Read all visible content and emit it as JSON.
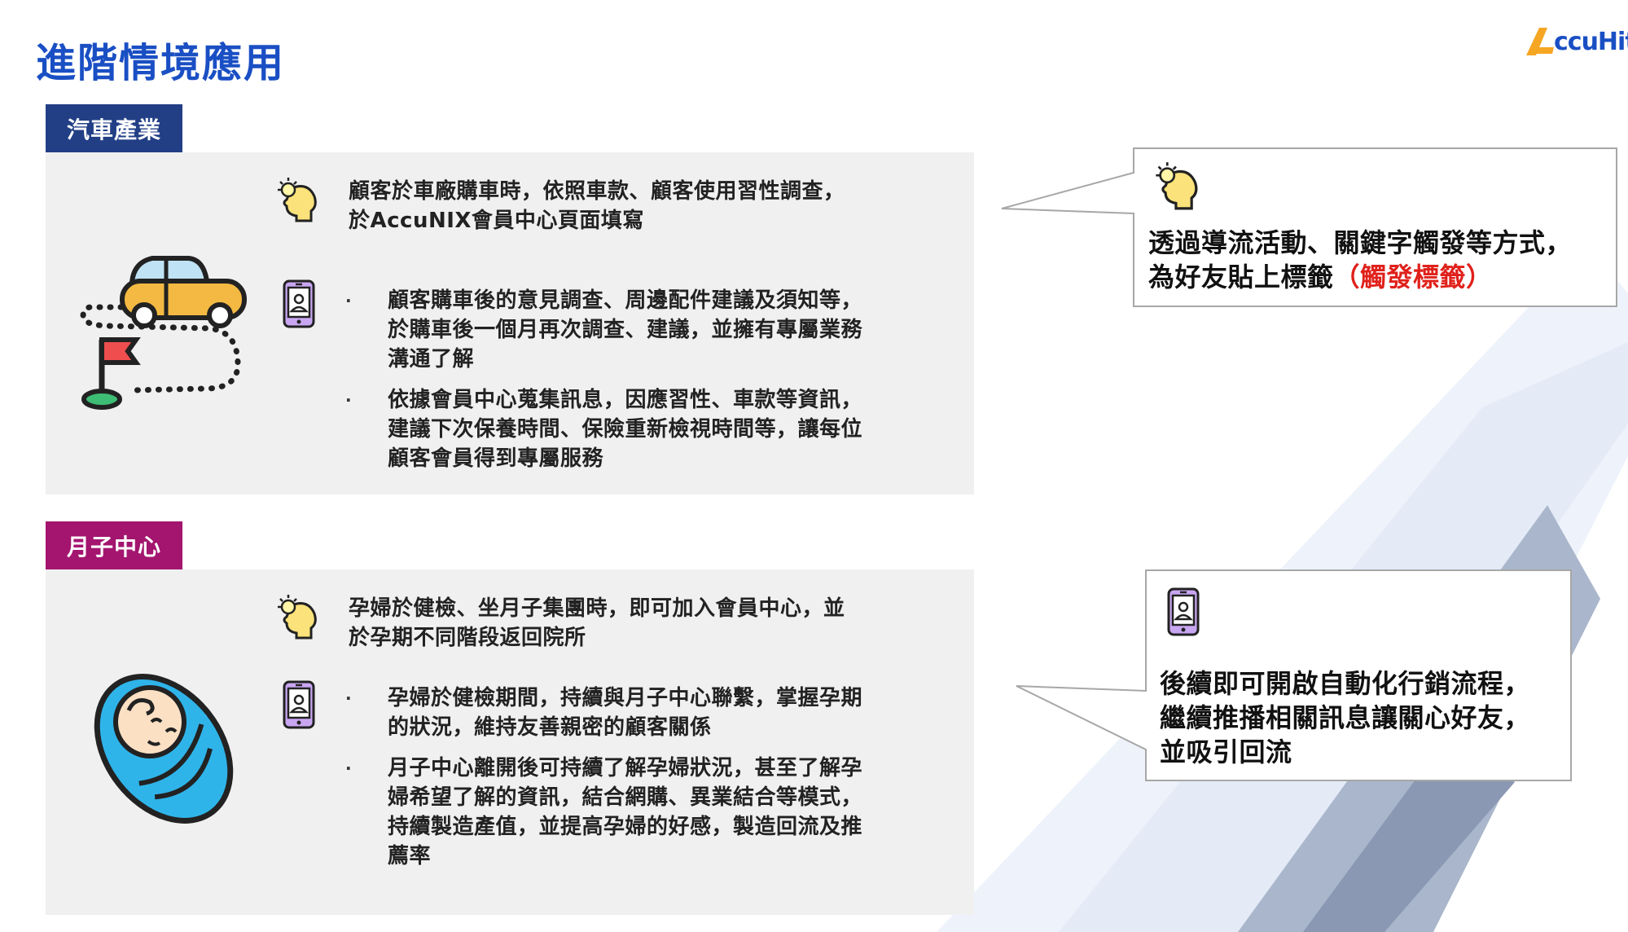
{
  "page": {
    "title": "進階情境應用",
    "logo_text": "ccuHit"
  },
  "sections": {
    "auto": {
      "tag": "汽車產業",
      "intro": [
        "顧客於車廠購車時，依照車款、顧客使用習性調查，",
        "於AccuNIX會員中心頁面填寫"
      ],
      "bullets": [
        [
          "顧客購車後的意見調查、周邊配件建議及須知等，",
          "於購車後一個月再次調查、建議，並擁有專屬業務",
          "溝通了解"
        ],
        [
          "依據會員中心蒐集訊息，因應習性、車款等資訊，",
          "建議下次保養時間、保險重新檢視時間等，讓每位",
          "顧客會員得到專屬服務"
        ]
      ]
    },
    "maternity": {
      "tag": "月子中心",
      "intro": [
        "孕婦於健檢、坐月子集團時，即可加入會員中心，並",
        "於孕期不同階段返回院所"
      ],
      "bullets": [
        [
          "孕婦於健檢期間，持續與月子中心聯繫，掌握孕期",
          "的狀況，維持友善親密的顧客關係"
        ],
        [
          "月子中心離開後可持續了解孕婦狀況，甚至了解孕",
          "婦希望了解的資訊，結合網購、異業結合等模式，",
          "持續製造產值，並提高孕婦的好感，製造回流及推",
          "薦率"
        ]
      ]
    }
  },
  "callouts": {
    "top": {
      "line1": "透過導流活動、關鍵字觸發等方式，",
      "line2_prefix": "為好友貼上標籤",
      "line2_highlight": "（觸發標籤）"
    },
    "bottom": {
      "lines": [
        "後續即可開啟自動化行銷流程，",
        "繼續推播相關訊息讓關心好友，",
        "並吸引回流"
      ]
    }
  },
  "colors": {
    "title_blue": "#1a4fc4",
    "tag_auto": "#223f86",
    "tag_maternity": "#a3156f",
    "highlight_red": "#e0211b",
    "logo_orange": "#f5a623"
  },
  "icons": {
    "idea": "lightbulb-head-icon",
    "phone": "smartphone-profile-icon",
    "car_route": "car-route-icon",
    "baby": "swaddled-baby-icon"
  }
}
